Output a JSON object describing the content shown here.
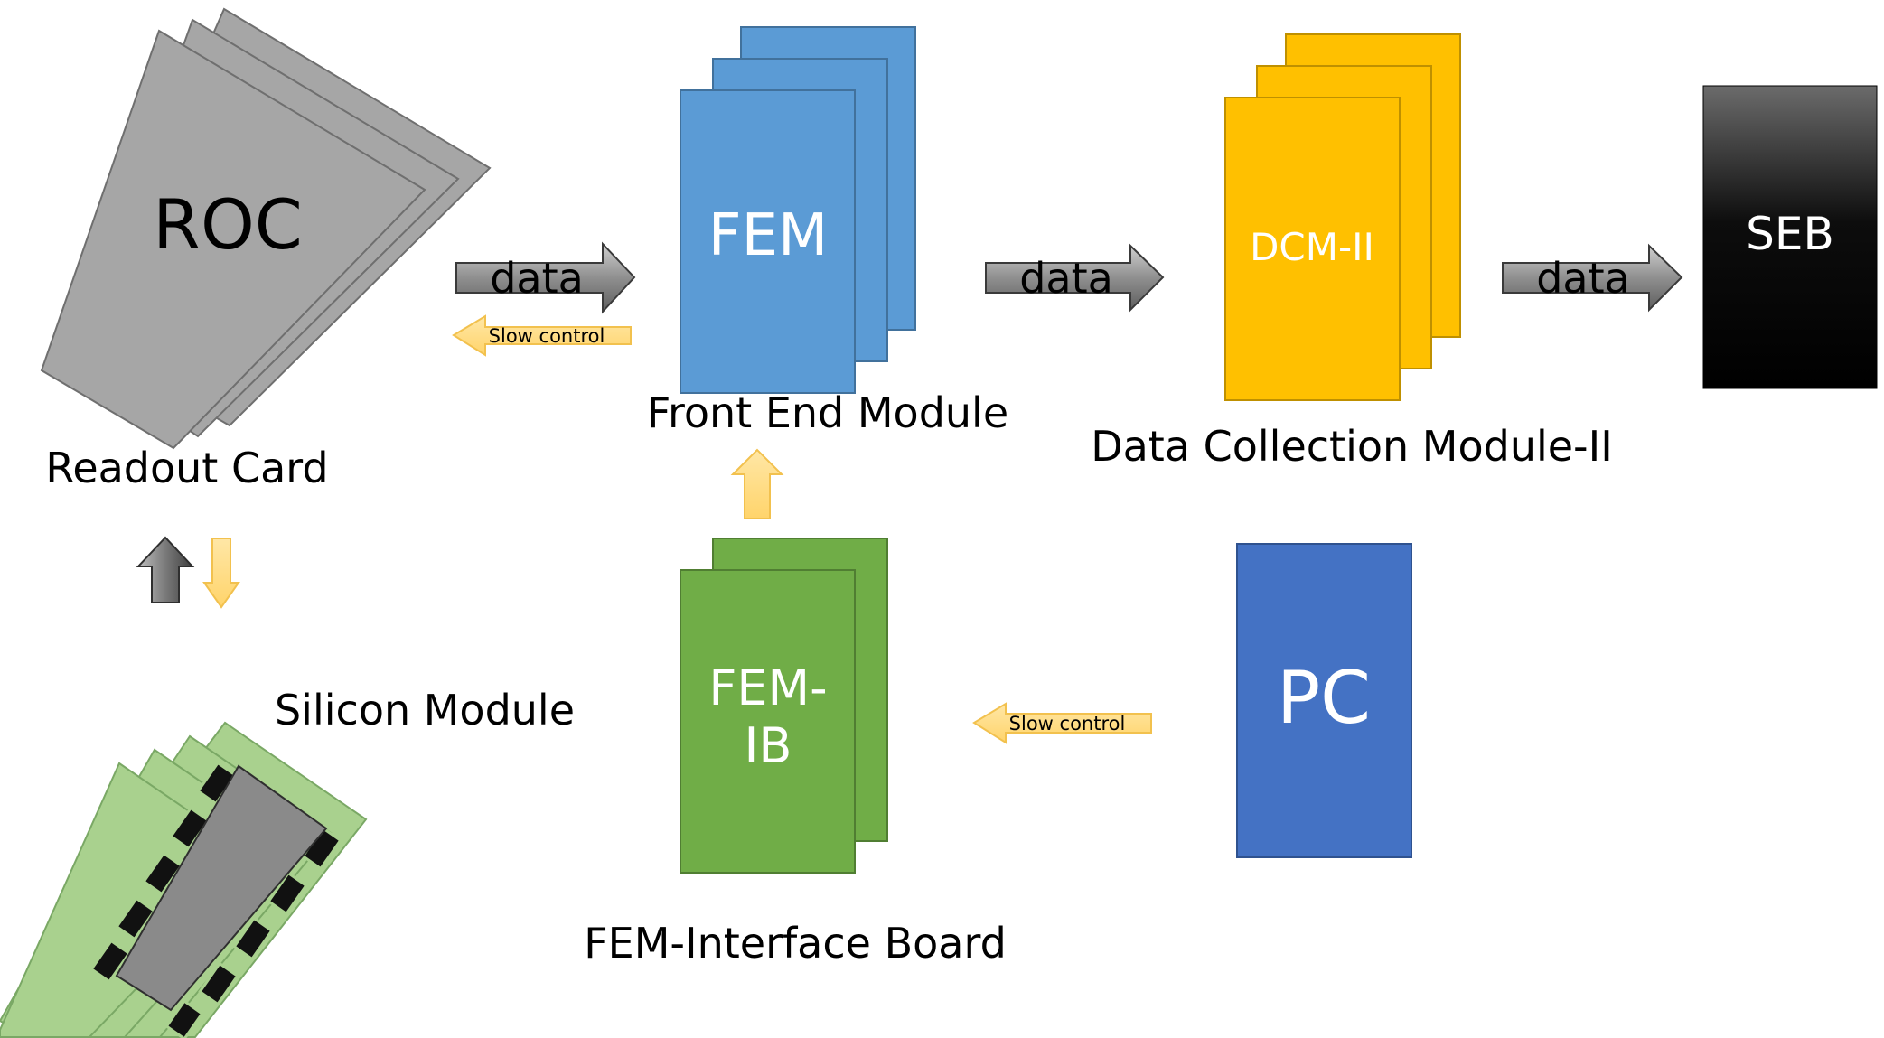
{
  "components": {
    "roc": {
      "text": "ROC",
      "caption": "Readout Card",
      "color": "#a6a6a6"
    },
    "fem": {
      "text": "FEM",
      "caption": "Front End Module",
      "color": "#5b9bd5"
    },
    "dcm": {
      "text": "DCM-II",
      "caption": "Data Collection Module-II",
      "color": "#ffc000"
    },
    "seb": {
      "text": "SEB"
    },
    "femib": {
      "text_line1": "FEM-",
      "text_line2": "IB",
      "caption": "FEM-Interface Board",
      "color": "#70ad47"
    },
    "pc": {
      "text": "PC",
      "color": "#4472c4"
    },
    "silicon": {
      "caption": "Silicon Module",
      "color": "#a9d18e"
    }
  },
  "arrows": {
    "data1": {
      "label": "data"
    },
    "data2": {
      "label": "data"
    },
    "data3": {
      "label": "data"
    },
    "slow1": {
      "label": "Slow control"
    },
    "slow2": {
      "label": "Slow control"
    }
  },
  "colors": {
    "data_arrow": "#7f7f7f",
    "slow_control": "#ffd966",
    "seb_top": "#595959",
    "seb_bottom": "#000000"
  }
}
